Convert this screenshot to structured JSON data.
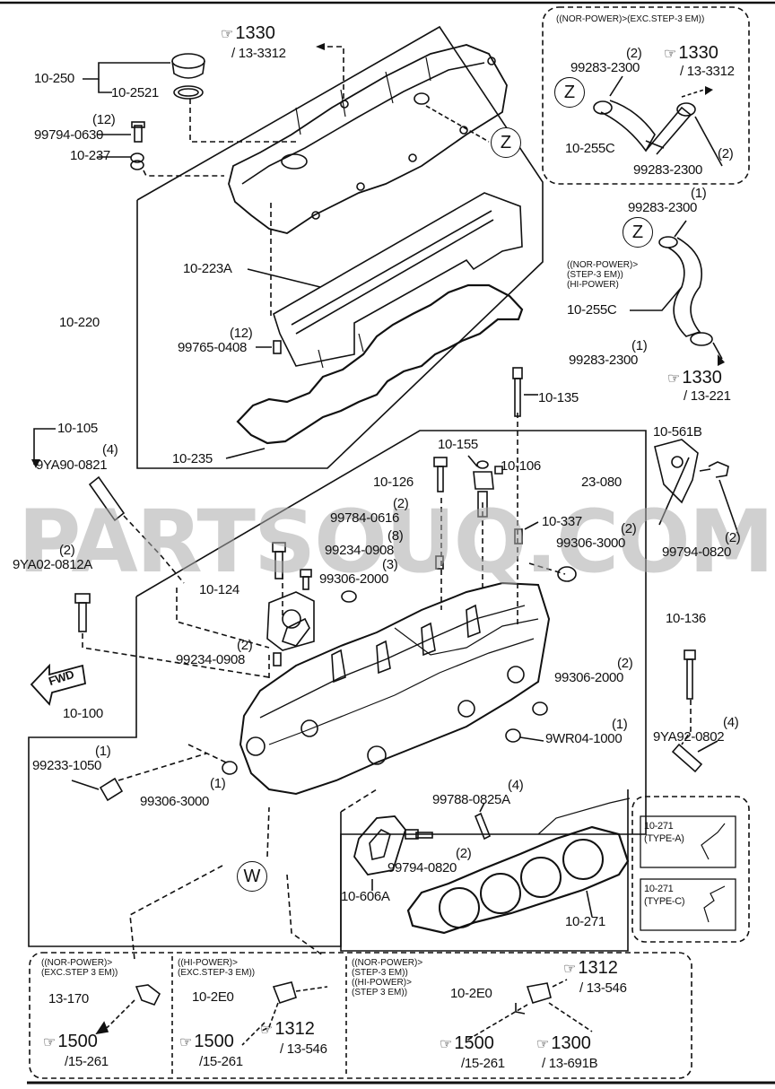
{
  "watermark": "PARTSOUQ.COM",
  "direction_label": "FWD",
  "circle_markers": {
    "z": "Z",
    "w": "W"
  },
  "part_labels": {
    "p10_250": "10-250",
    "p10_2521": "10-2521",
    "p99794_0630_qty": "(12)",
    "p99794_0630": "99794-0630",
    "p10_237": "10-237",
    "p10_220": "10-220",
    "p10_223A": "10-223A",
    "p99765_0408_qty": "(12)",
    "p99765_0408": "99765-0408",
    "p10_235": "10-235",
    "p10_105": "10-105",
    "p9YA90_qty": "(4)",
    "p9YA90": "9YA90-0821",
    "p9YA02_qty": "(2)",
    "p9YA02": "9YA02-0812A",
    "p10_126": "10-126",
    "p10_155": "10-155",
    "p10_106": "10-106",
    "p23_080": "23-080",
    "p10_135": "10-135",
    "p10_561B": "10-561B",
    "p99794_0820a_qty": "(2)",
    "p99794_0820a": "99794-0820",
    "p99784_0616_qty": "(2)",
    "p99784_0616": "99784-0616",
    "p99234_0908a_qty": "(8)",
    "p99234_0908a": "99234-0908",
    "p10_337": "10-337",
    "p99306_3000a_qty": "(2)",
    "p99306_3000a": "99306-3000",
    "p99306_2000a_qty": "(3)",
    "p99306_2000a": "99306-2000",
    "p10_124": "10-124",
    "p99234_0908b_qty": "(2)",
    "p99234_0908b": "99234-0908",
    "p10_136": "10-136",
    "p99306_2000b_qty": "(2)",
    "p99306_2000b": "99306-2000",
    "p10_100": "10-100",
    "p9WR04_qty": "(1)",
    "p9WR04": "9WR04-1000",
    "p9YA92_qty": "(4)",
    "p9YA92": "9YA92-0802",
    "p99233_qty": "(1)",
    "p99233": "99233-1050",
    "p99306_3000b_qty": "(1)",
    "p99306_3000b": "99306-3000",
    "p99788_qty": "(4)",
    "p99788": "99788-0825A",
    "p99794_0820b_qty": "(2)",
    "p99794_0820b": "99794-0820",
    "p10_606A": "10-606A",
    "p10_271": "10-271"
  },
  "top_ref": {
    "main": "1330",
    "sub": "/ 13-3312"
  },
  "inset_top": {
    "title": "((NOR-POWER)>(EXC.STEP-3 EM))",
    "clamp_a_qty": "(2)",
    "clamp_a": "99283-2300",
    "ref_main": "1330",
    "ref_sub": "/ 13-3312",
    "hose": "10-255C",
    "clamp_b_qty": "(2)",
    "clamp_b": "99283-2300"
  },
  "inset_mid": {
    "clamp_a_qty": "(1)",
    "clamp_a": "99283-2300",
    "condition": "((NOR-POWER)>\n(STEP-3 EM))\n(HI-POWER)",
    "hose": "10-255C",
    "clamp_b_qty": "(1)",
    "clamp_b": "99283-2300",
    "ref_main": "1330",
    "ref_sub": "/ 13-221"
  },
  "gasket_types": [
    {
      "part": "10-271",
      "type": "(TYPE-A)"
    },
    {
      "part": "10-271",
      "type": "(TYPE-C)"
    }
  ],
  "bottom_boxes": [
    {
      "condition": "((NOR-POWER)>\n(EXC.STEP 3 EM))",
      "part": "13-170",
      "ref_main": "1500",
      "ref_sub": "/15-261"
    },
    {
      "condition": "((HI-POWER)>\n(EXC.STEP-3 EM))",
      "part": "10-2E0",
      "ref_main": "1500",
      "ref_sub": "/15-261",
      "ref2_main": "1312",
      "ref2_sub": "/ 13-546"
    },
    {
      "condition": "((NOR-POWER)>\n(STEP-3 EM))\n((HI-POWER)>\n(STEP 3 EM))",
      "part": "10-2E0",
      "ref_main": "1312",
      "ref_sub": "/ 13-546",
      "ref2_main": "1500",
      "ref2_sub": "/15-261",
      "ref3_main": "1300",
      "ref3_sub": "/ 13-691B"
    }
  ]
}
